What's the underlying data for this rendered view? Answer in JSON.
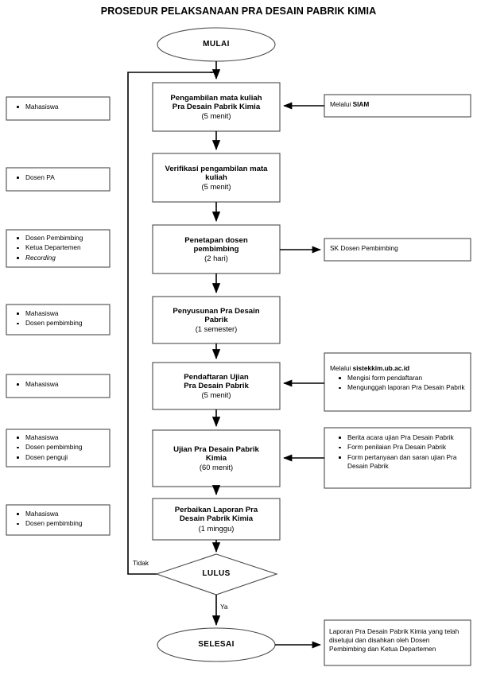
{
  "title": "PROSEDUR PELAKSANAAN PRA DESAIN PABRIK KIMIA",
  "terminators": {
    "start": "MULAI",
    "end": "SELESAI"
  },
  "decision": {
    "label": "LULUS",
    "no_label": "Tidak",
    "yes_label": "Ya"
  },
  "process_steps": [
    {
      "id": "step-1",
      "line1": "Pengambilan mata kuliah",
      "line2": "Pra Desain Pabrik Kimia",
      "duration": "(5 menit)"
    },
    {
      "id": "step-2",
      "line1": "Verifikasi pengambilan mata",
      "line2": "kuliah",
      "duration": "(5 menit)"
    },
    {
      "id": "step-3",
      "line1": "Penetapan dosen",
      "line2": "pembimbing",
      "duration": "(2 hari)"
    },
    {
      "id": "step-4",
      "line1": "Penyusunan Pra Desain",
      "line2": "Pabrik",
      "duration": "(1 semester)"
    },
    {
      "id": "step-5",
      "line1": "Pendaftaran Ujian",
      "line2": "Pra Desain Pabrik",
      "duration": "(5 menit)"
    },
    {
      "id": "step-6",
      "line1": "Ujian Pra Desain Pabrik",
      "line2": "Kimia",
      "duration": "(60 menit)"
    },
    {
      "id": "step-7",
      "line1": "Perbaikan Laporan Pra",
      "line2": "Desain Pabrik Kimia",
      "duration": "(1 minggu)"
    }
  ],
  "actor_boxes": [
    {
      "id": "actors-1",
      "items": [
        "Mahasiswa"
      ]
    },
    {
      "id": "actors-2",
      "items": [
        "Dosen PA"
      ]
    },
    {
      "id": "actors-3",
      "items": [
        "Dosen Pembimbing",
        "Ketua Departemen",
        "Recording"
      ],
      "italic_index": 2
    },
    {
      "id": "actors-4",
      "items": [
        "Mahasiswa",
        "Dosen pembimbing"
      ]
    },
    {
      "id": "actors-5",
      "items": [
        "Mahasiswa"
      ]
    },
    {
      "id": "actors-6",
      "items": [
        "Mahasiswa",
        "Dosen pembimbing",
        "Dosen penguji"
      ]
    },
    {
      "id": "actors-7",
      "items": [
        "Mahasiswa",
        "Dosen pembimbing"
      ]
    }
  ],
  "side_boxes": [
    {
      "id": "side-siam",
      "lead_plain": "Melalui ",
      "lead_bold": "SIAM",
      "items": []
    },
    {
      "id": "side-sk",
      "lead_plain": "SK Dosen Pembimbing",
      "lead_bold": "",
      "items": []
    },
    {
      "id": "side-sistekkim",
      "lead_plain": "Melalui ",
      "lead_bold": "sistekkim.ub.ac.id",
      "items": [
        "Mengisi form pendaftaran",
        "Mengunggah laporan Pra Desain Pabrik"
      ]
    },
    {
      "id": "side-ujian-docs",
      "lead_plain": "",
      "lead_bold": "",
      "items": [
        "Berita acara ujian Pra Desain Pabrik",
        "Form penilaian Pra Desain Pabrik",
        "Form pertanyaan dan saran ujian Pra Desain Pabrik"
      ]
    },
    {
      "id": "side-laporan-akhir",
      "lead_plain": "Laporan Pra Desain Pabrik Kimia yang telah disetujui dan disahkan oleh Dosen Pembimbing dan Ketua Departemen",
      "lead_bold": "",
      "items": []
    }
  ],
  "colors": {
    "stroke": "#4a4a4a",
    "connector": "#000000",
    "background": "#ffffff",
    "text": "#000000"
  }
}
